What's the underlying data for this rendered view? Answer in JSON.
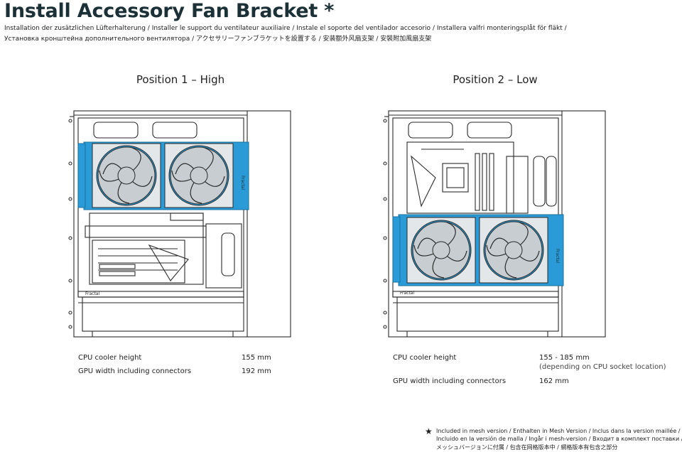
{
  "title": "Install Accessory Fan Bracket *",
  "subtitle_lines": [
    "Installation der zusätzlichen Lüfterhalterung / Installer le support du ventilateur auxiliaire / Instale el soporte del ventilador accesorio / Installera valfri monteringsplåt för fläkt /",
    "Установка кронштейна дополнительного вентилятора / アクセサリーファンブラケットを設置する / 安装额外风扇支架 / 安裝附加風扇支架"
  ],
  "positions": [
    {
      "label": "Position 1 – High",
      "brand": "Fractal",
      "specs": [
        {
          "label": "CPU cooler height",
          "value": "155 mm",
          "note": ""
        },
        {
          "label": "GPU width including connectors",
          "value": "192 mm",
          "note": ""
        }
      ]
    },
    {
      "label": "Position 2 – Low",
      "brand": "Fractal",
      "specs": [
        {
          "label": "CPU cooler height",
          "value": "155 - 185 mm",
          "note": "(depending on CPU socket location)"
        },
        {
          "label": "GPU width including connectors",
          "value": "162 mm",
          "note": ""
        }
      ]
    }
  ],
  "footnote": {
    "symbol": "★",
    "lines": [
      "Included in mesh version / Enthalten in Mesh Version / Inclus dans la version maillée /",
      "Incluido en la versión de malla / Ingår i mesh-version / Входит в комплект поставки /",
      "メッシュバージョンに付属 / 包含在网格版本中 / 網格版本有包含之部分"
    ]
  },
  "colors": {
    "bracket_blue": "#2a9bd6",
    "line": "#2a2a2a",
    "fan_blade": "#c7cdd1"
  }
}
